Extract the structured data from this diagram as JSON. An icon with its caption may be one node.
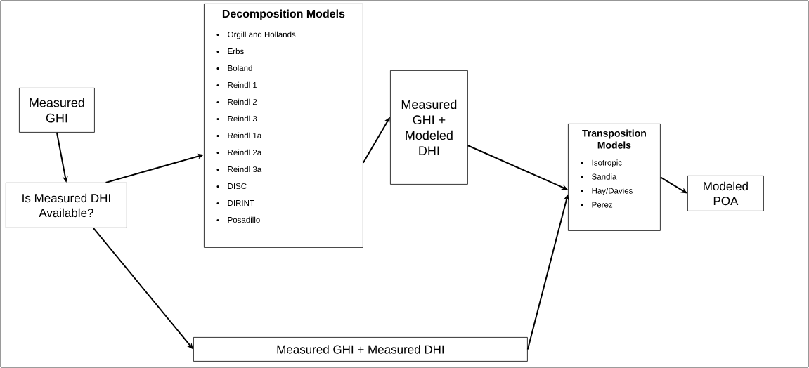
{
  "diagram": {
    "nodes": [
      {
        "text": [
          "Measured GHI"
        ]
      },
      {
        "text": [
          "Is Measured DHI Available?"
        ]
      },
      {
        "text": [
          "Decomposition Models",
          "Orgill and Hollands",
          "Erbs",
          "Boland",
          "Reindl 1",
          "Reindl 2",
          "Reindl 3",
          "Reindl 1a",
          "Reindl 2a",
          "Reindl 3a",
          "DISC",
          "DIRINT",
          "Posadillo"
        ]
      },
      {
        "text": [
          "Measured GHI + Modeled DHI"
        ]
      },
      {
        "text": [
          "Transposition Models",
          "Isotropic",
          "Sandia",
          "Hay/Davies",
          "Perez"
        ]
      },
      {
        "text": [
          "Modeled POA"
        ]
      },
      {
        "text": [
          "Measured GHI + Measured DHI"
        ]
      }
    ],
    "edges": [
      {
        "from": 0,
        "to": 1,
        "arrow": "to"
      },
      {
        "from": 1,
        "to": 2,
        "arrow": "to"
      },
      {
        "from": 1,
        "to": 6,
        "arrow": "to"
      },
      {
        "from": 2,
        "to": 3,
        "arrow": "to"
      },
      {
        "from": 3,
        "to": 4,
        "arrow": "to"
      },
      {
        "from": 6,
        "to": 4,
        "arrow": "to"
      },
      {
        "from": 4,
        "to": 5,
        "arrow": "to"
      }
    ]
  }
}
